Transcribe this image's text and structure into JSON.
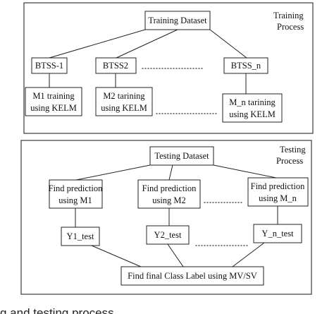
{
  "training": {
    "process_label_lines": [
      "Training",
      "Process"
    ],
    "dataset_label": "Training Dataset",
    "subsets": [
      "BTSS-1",
      "BTSS2",
      "BTSS_n"
    ],
    "models": [
      [
        "M1 training",
        "using KELM"
      ],
      [
        "M2 tarining",
        "using KELM"
      ],
      [
        "M_n tarining",
        "using KELM"
      ]
    ]
  },
  "testing": {
    "process_label_lines": [
      "Testing",
      "Process"
    ],
    "dataset_label": "Testing Dataset",
    "predictions": [
      [
        "Find prediction",
        "using M1"
      ],
      [
        "Find prediction",
        "using M2"
      ],
      [
        "Find prediction",
        "using M_n"
      ]
    ],
    "outputs": [
      "Y1_test",
      "Y2_test",
      "Y_n_test"
    ],
    "final_label": "Find final Class Label using MV/SV"
  },
  "caption_fragment": "g and testing process"
}
